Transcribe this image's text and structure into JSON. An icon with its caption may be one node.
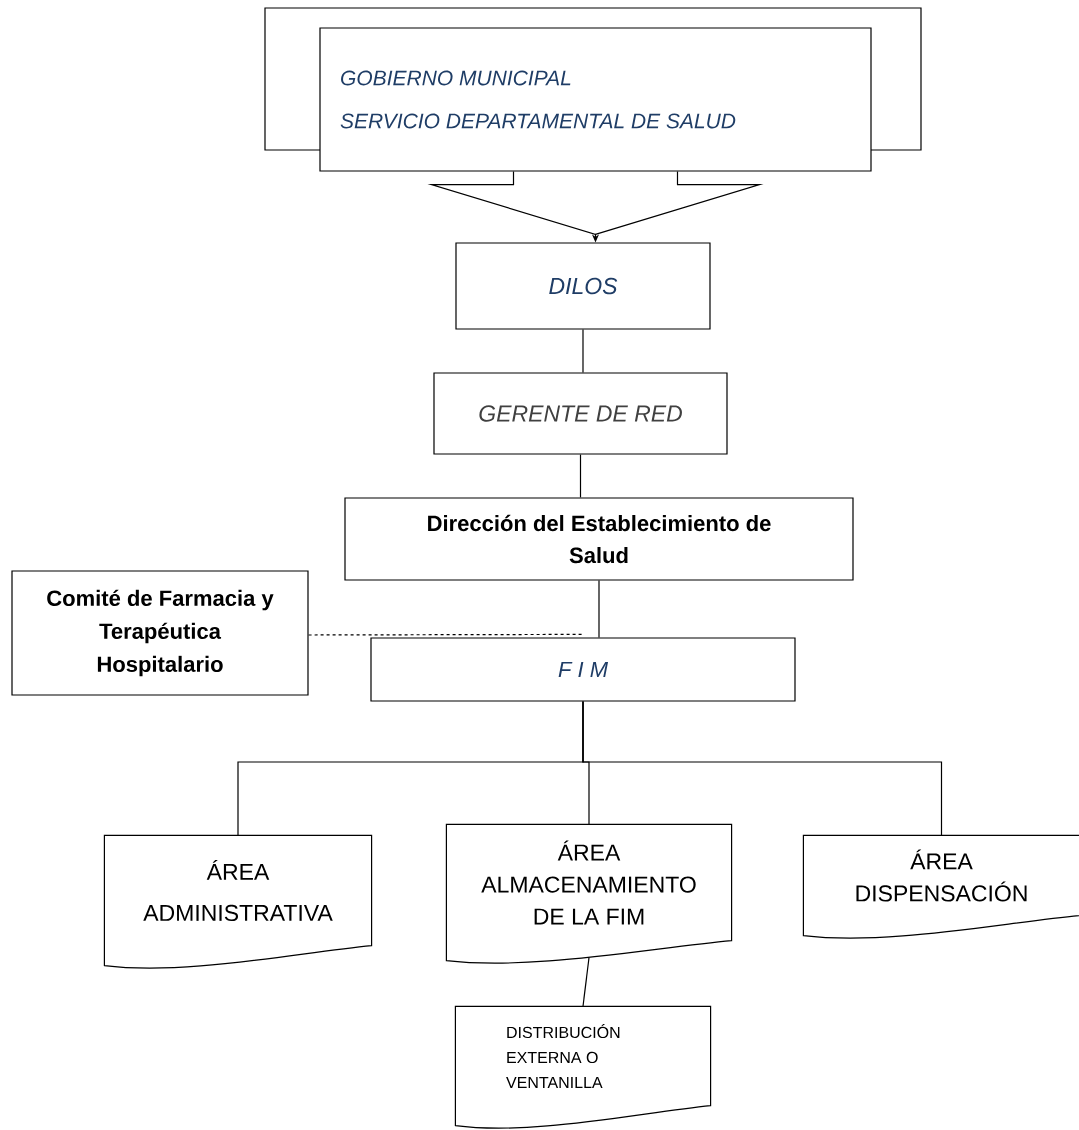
{
  "diagram": {
    "nodes": [
      {
        "text": [
          "GOBIERNO MUNICIPAL",
          "SERVICIO DEPARTAMENTAL DE SALUD"
        ]
      },
      {
        "text": [
          "DILOS"
        ]
      },
      {
        "text": [
          "GERENTE DE RED"
        ]
      },
      {
        "text": [
          "Dirección del Establecimiento de Salud"
        ]
      },
      {
        "text": [
          "Comité de Farmacia y Terapéutica Hospitalario"
        ]
      },
      {
        "text": [
          "F I M"
        ]
      },
      {
        "text": [
          "ÁREA",
          "ADMINISTRATIVA"
        ]
      },
      {
        "text": [
          "ÁREA ALMACENAMIENTO DE LA FIM"
        ]
      },
      {
        "text": [
          "ÁREA DISPENSACIÓN"
        ]
      },
      {
        "text": [
          "DISTRIBUCIÓN EXTERNA O VENTANILLA"
        ]
      }
    ],
    "edges": [
      {
        "from": 0,
        "to": 1,
        "arrow": "to"
      },
      {
        "from": 1,
        "to": 2,
        "arrow": "none"
      },
      {
        "from": 2,
        "to": 3,
        "arrow": "none"
      },
      {
        "from": 3,
        "to": 5,
        "arrow": "none"
      },
      {
        "from": 4,
        "to": 5,
        "arrow": "none",
        "style": "dashed"
      },
      {
        "from": 5,
        "to": 6,
        "arrow": "none"
      },
      {
        "from": 5,
        "to": 7,
        "arrow": "none"
      },
      {
        "from": 5,
        "to": 8,
        "arrow": "none"
      },
      {
        "from": 7,
        "to": 9,
        "arrow": "none"
      }
    ]
  }
}
